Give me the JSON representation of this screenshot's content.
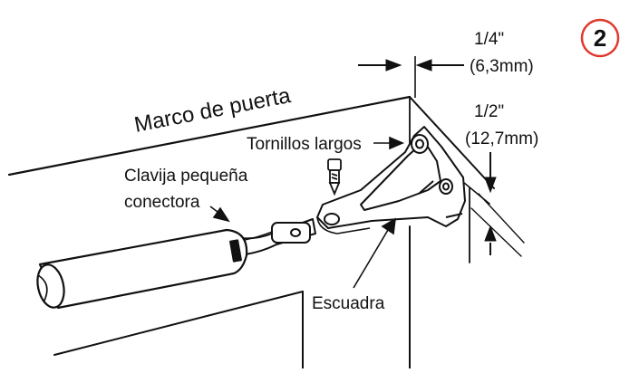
{
  "step": {
    "number": "2",
    "ring_color": "#e03a2f"
  },
  "labels": {
    "frame": "Marco de puerta",
    "long_screws": "Tornillos largos",
    "small_pin_line1": "Clavija pequeña",
    "small_pin_line2": "conectora",
    "bracket": "Escuadra"
  },
  "dimensions": {
    "offset_fraction": "1/4\"",
    "offset_metric": "(6,3mm)",
    "depth_fraction": "1/2\"",
    "depth_metric": "(12,7mm)"
  }
}
